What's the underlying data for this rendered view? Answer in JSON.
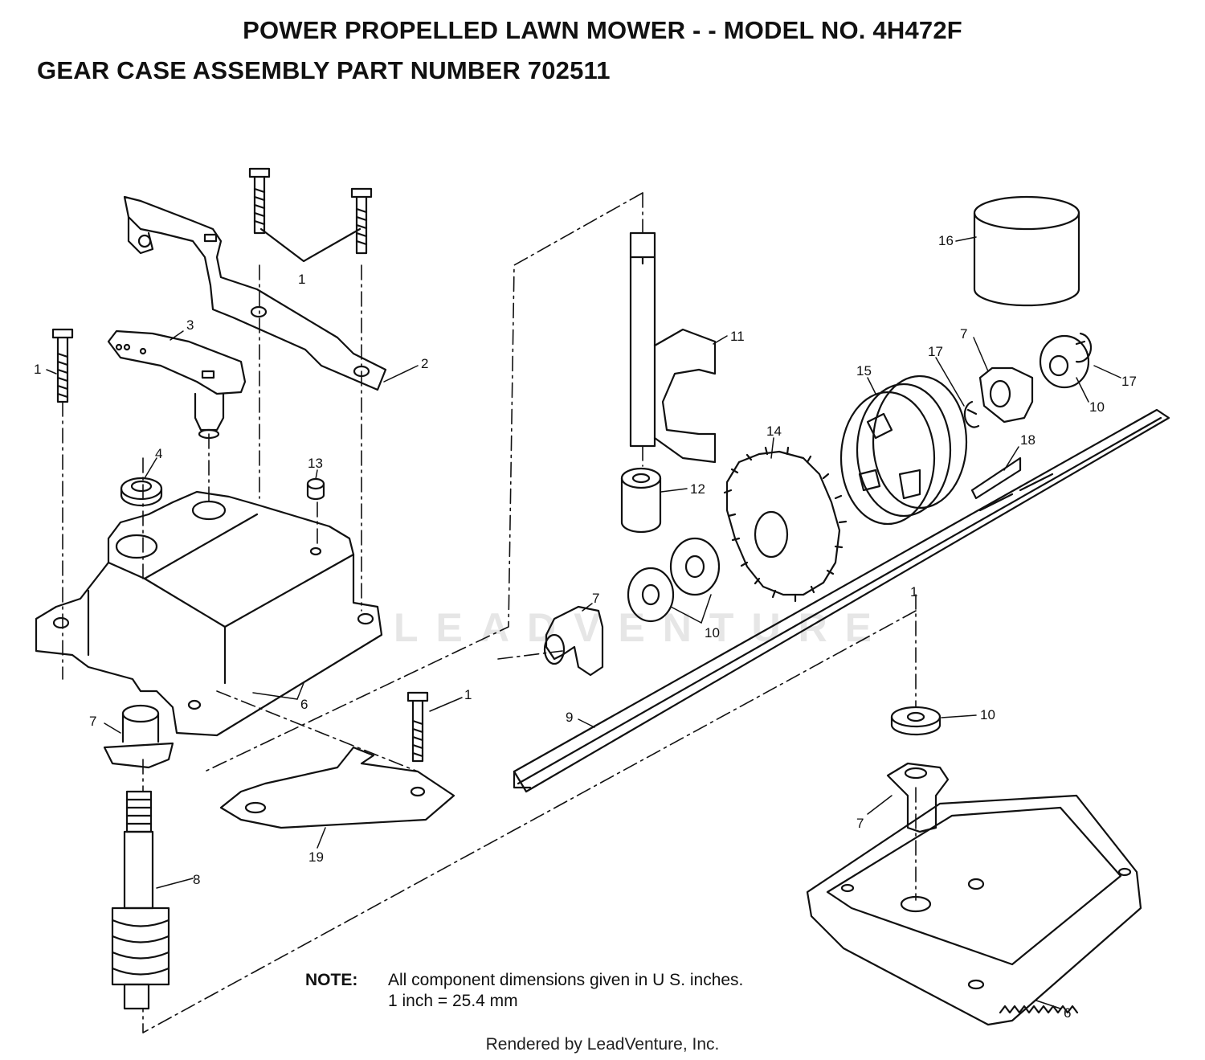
{
  "header": {
    "title": "POWER PROPELLED LAWN MOWER - - MODEL NO. 4H472F",
    "subtitle": "GEAR CASE ASSEMBLY PART NUMBER 702511"
  },
  "watermark": "LEADVENTURE",
  "callouts": [
    {
      "id": "c1a",
      "text": "1"
    },
    {
      "id": "c1b",
      "text": "1"
    },
    {
      "id": "c1c",
      "text": "1"
    },
    {
      "id": "c1d",
      "text": "1"
    },
    {
      "id": "c2",
      "text": "2"
    },
    {
      "id": "c3",
      "text": "3"
    },
    {
      "id": "c4",
      "text": "4"
    },
    {
      "id": "c6a",
      "text": "6"
    },
    {
      "id": "c6b",
      "text": "6"
    },
    {
      "id": "c7a",
      "text": "7"
    },
    {
      "id": "c7b",
      "text": "7"
    },
    {
      "id": "c7c",
      "text": "7"
    },
    {
      "id": "c7d",
      "text": "7"
    },
    {
      "id": "c8",
      "text": "8"
    },
    {
      "id": "c9",
      "text": "9"
    },
    {
      "id": "c10a",
      "text": "10"
    },
    {
      "id": "c10b",
      "text": "10"
    },
    {
      "id": "c10c",
      "text": "10"
    },
    {
      "id": "c11",
      "text": "11"
    },
    {
      "id": "c12",
      "text": "12"
    },
    {
      "id": "c13",
      "text": "13"
    },
    {
      "id": "c14",
      "text": "14"
    },
    {
      "id": "c15",
      "text": "15"
    },
    {
      "id": "c16",
      "text": "16"
    },
    {
      "id": "c17a",
      "text": "17"
    },
    {
      "id": "c17b",
      "text": "17"
    },
    {
      "id": "c18",
      "text": "18"
    },
    {
      "id": "c19",
      "text": "19"
    }
  ],
  "note": {
    "label": "NOTE:",
    "line1": "All component dimensions given in U S. inches.",
    "line2": "1 inch = 25.4 mm"
  },
  "footer": "Rendered by LeadVenture, Inc."
}
